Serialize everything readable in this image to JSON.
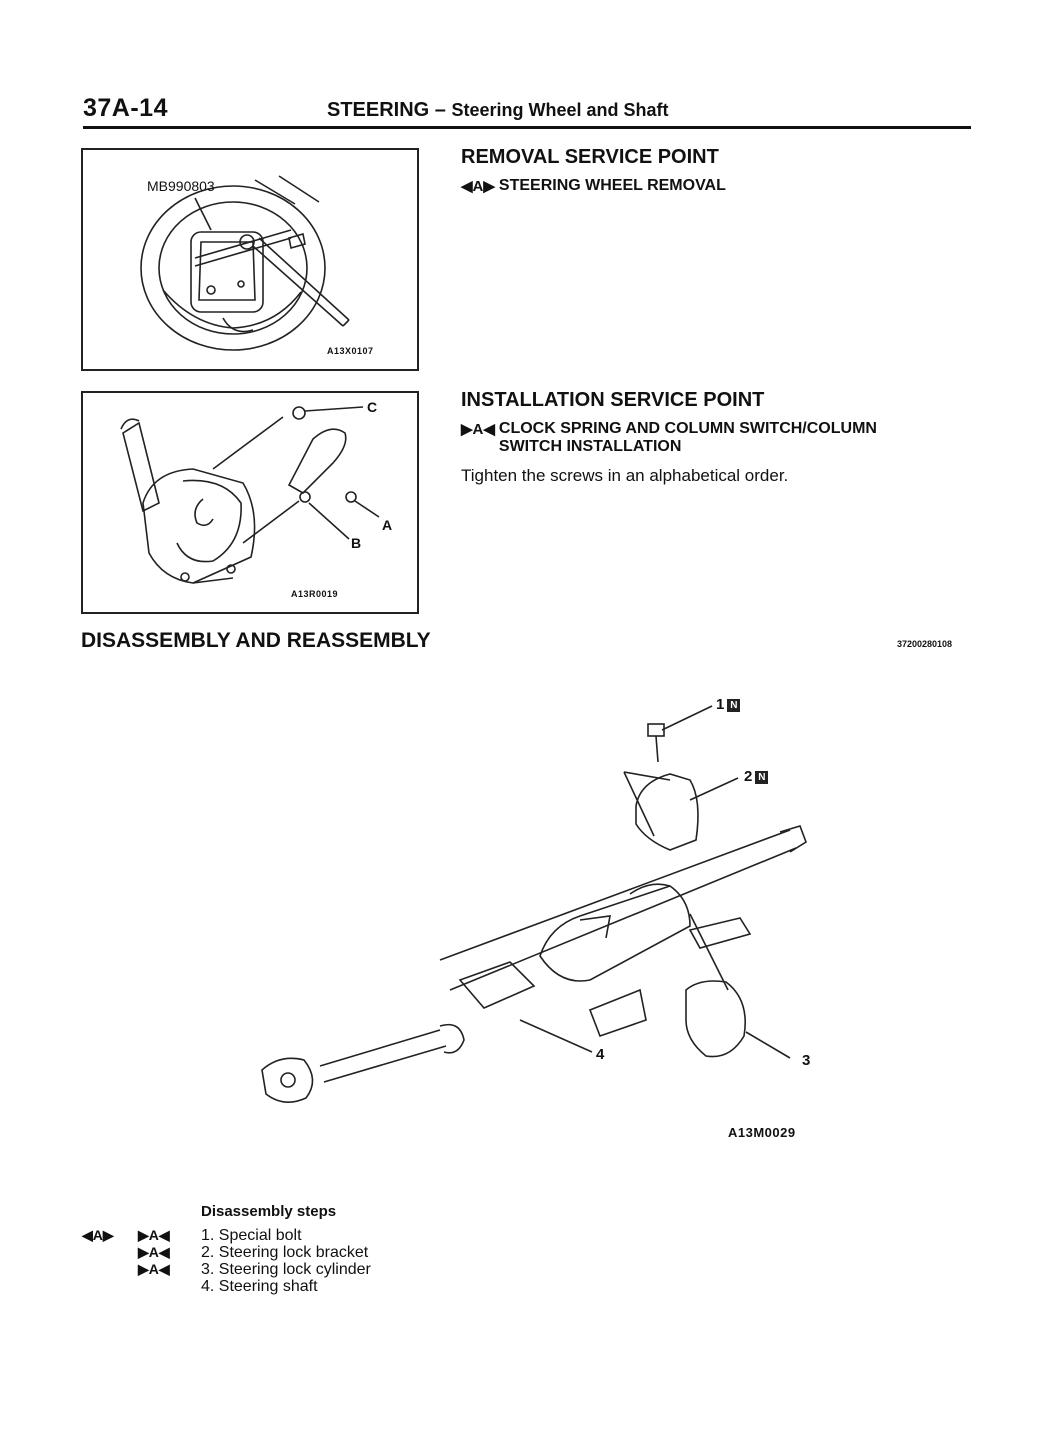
{
  "header": {
    "page_number": "37A-14",
    "title": "STEERING –",
    "subtitle": "Steering Wheel and Shaft"
  },
  "figure1": {
    "label": "MB990803",
    "code": "A13X0107"
  },
  "figure2": {
    "labels": {
      "a": "A",
      "b": "B",
      "c": "C"
    },
    "code": "A13R0019"
  },
  "removal": {
    "title": "REMOVAL SERVICE POINT",
    "symbol": "◀A▶",
    "item": "STEERING WHEEL REMOVAL"
  },
  "installation": {
    "title": "INSTALLATION SERVICE POINT",
    "symbol": "▶A◀",
    "item_line1": "CLOCK SPRING AND COLUMN SWITCH/COLUMN",
    "item_line2": "SWITCH INSTALLATION",
    "text": "Tighten the screws in an alphabetical order."
  },
  "disassembly": {
    "title": "DISASSEMBLY AND REASSEMBLY",
    "doc_id": "37200280108",
    "diagram_code": "A13M0029",
    "callouts": {
      "c1": "1",
      "c2": "2",
      "c3": "3",
      "c4": "4",
      "badge": "N"
    }
  },
  "steps": {
    "title": "Disassembly steps",
    "left_mark": "◀A▶",
    "marks": [
      "▶A◀",
      "▶A◀",
      "▶A◀"
    ],
    "items": [
      "1. Special bolt",
      "2. Steering lock bracket",
      "3. Steering lock cylinder",
      "4. Steering shaft"
    ]
  }
}
